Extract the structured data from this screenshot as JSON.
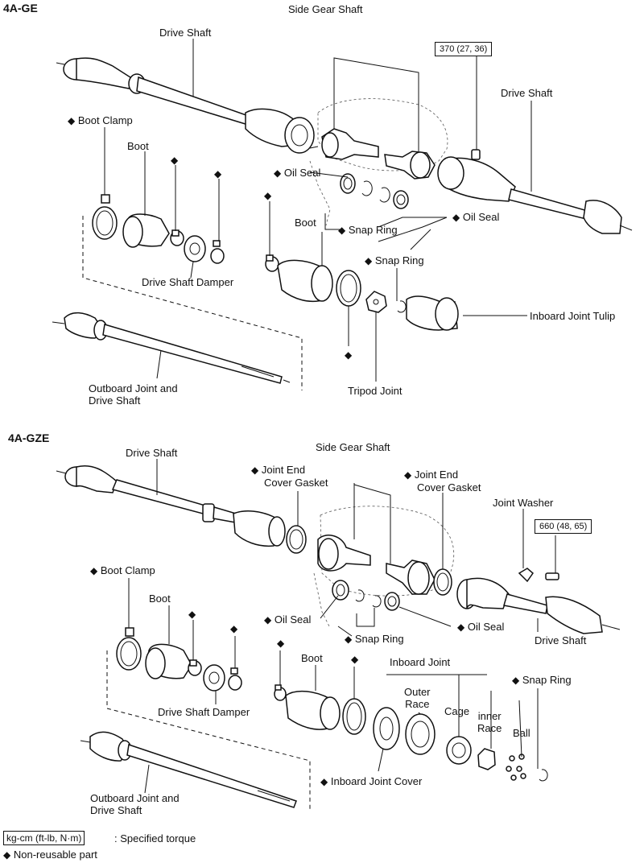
{
  "sections": [
    {
      "engine": "4A-GE",
      "labels": {
        "side_gear_shaft": "Side Gear Shaft",
        "drive_shaft_left": "Drive Shaft",
        "drive_shaft_right": "Drive Shaft",
        "torque": "370 (27, 36)",
        "boot_clamp": "Boot Clamp",
        "boot_outer": "Boot",
        "oil_seal_left": "Oil Seal",
        "oil_seal_right": "Oil Seal",
        "snap_ring_1": "Snap Ring",
        "snap_ring_2": "Snap Ring",
        "boot_inner": "Boot",
        "drive_shaft_damper": "Drive Shaft Damper",
        "inboard_joint_tulip": "Inboard Joint Tulip",
        "tripod_joint": "Tripod Joint",
        "outboard_joint_line1": "Outboard Joint and",
        "outboard_joint_line2": "Drive Shaft"
      }
    },
    {
      "engine": "4A-GZE",
      "labels": {
        "drive_shaft_left": "Drive Shaft",
        "side_gear_shaft": "Side Gear Shaft",
        "joint_end_gasket_left_1": "Joint End",
        "joint_end_gasket_left_2": "Cover Gasket",
        "joint_end_gasket_right_1": "Joint End",
        "joint_end_gasket_right_2": "Cover Gasket",
        "joint_washer": "Joint Washer",
        "torque": "660 (48, 65)",
        "boot_clamp": "Boot Clamp",
        "boot_outer": "Boot",
        "oil_seal_left": "Oil Seal",
        "oil_seal_right": "Oil Seal",
        "snap_ring_1": "Snap Ring",
        "drive_shaft_right": "Drive Shaft",
        "inboard_joint": "Inboard Joint",
        "snap_ring_2": "Snap Ring",
        "boot_inner": "Boot",
        "outer_race_1": "Outer",
        "outer_race_2": "Race",
        "cage": "Cage",
        "inner_race_1": "inner",
        "inner_race_2": "Race",
        "ball": "Ball",
        "drive_shaft_damper": "Drive Shaft Damper",
        "inboard_joint_cover": "Inboard Joint Cover",
        "outboard_joint_line1": "Outboard Joint and",
        "outboard_joint_line2": "Drive Shaft"
      }
    }
  ],
  "legend": {
    "torque_units": "kg-cm (ft-lb, N·m)",
    "torque_desc": ": Specified torque",
    "non_reusable": "Non-reusable part"
  },
  "symbols": {
    "non_reusable_marker": "◆"
  }
}
